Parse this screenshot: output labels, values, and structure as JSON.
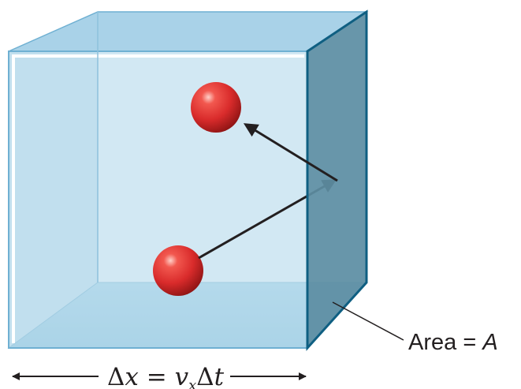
{
  "diagram": {
    "area_label": {
      "prefix": "Area = ",
      "symbol": "A"
    },
    "displacement_label": {
      "delta1": "Δ",
      "x": "x",
      "equals": " = ",
      "v": "v",
      "sub": "x",
      "delta2": "Δ",
      "t": "t"
    },
    "colors": {
      "box_fill": "#c9e3f1",
      "box_edge": "#6fb0d2",
      "wall": "#5e8ea3",
      "wall_edge": "#0f5f82",
      "sphere": "#d92b2b",
      "arrow": "#231f20"
    }
  }
}
